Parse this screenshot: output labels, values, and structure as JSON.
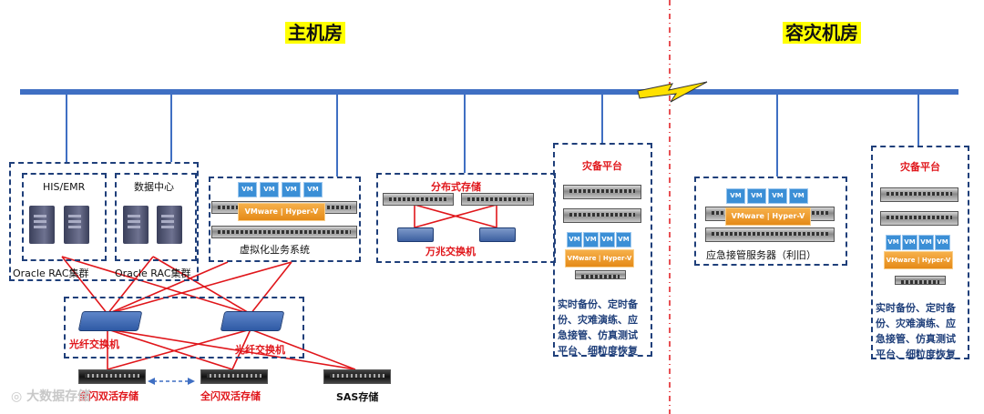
{
  "titles": {
    "main_room": "主机房",
    "dr_room": "容灾机房"
  },
  "groups": {
    "his_emr": "HIS/EMR",
    "data_center": "数据中心",
    "oracle_rac_1": "Oracle RAC集群",
    "oracle_rac_2": "Oracle RAC集群",
    "virtualization": "虚拟化业务系统",
    "distributed_storage": "分布式存储",
    "ten_gig_switch": "万兆交换机",
    "fc_switch_1": "光纤交换机",
    "fc_switch_2": "光纤交换机",
    "flash_storage_1": "全闪双活存储",
    "flash_storage_2": "全闪双活存储",
    "sas_storage": "SAS存储",
    "dr_platform_main": "灾备平台",
    "emergency_server": "应急接管服务器（利旧）",
    "dr_platform_remote": "灾备平台"
  },
  "virtual": {
    "vm": "VM",
    "hypervisor": "VMware | Hyper-V"
  },
  "features_main": [
    "实时备份、定时备",
    "份、灾难演练、应",
    "急接管、仿真测试",
    "平台、细粒度恢复"
  ],
  "features_remote": [
    "实时备份、定时备",
    "份、灾难演练、应",
    "急接管、仿真测试",
    "平台、细粒度恢复"
  ],
  "watermark": "大数据存储",
  "colors": {
    "network_bus": "#3f6fc3",
    "link": "#e0161b",
    "frame": "#1f3f7a",
    "highlight": "#ffff00"
  }
}
